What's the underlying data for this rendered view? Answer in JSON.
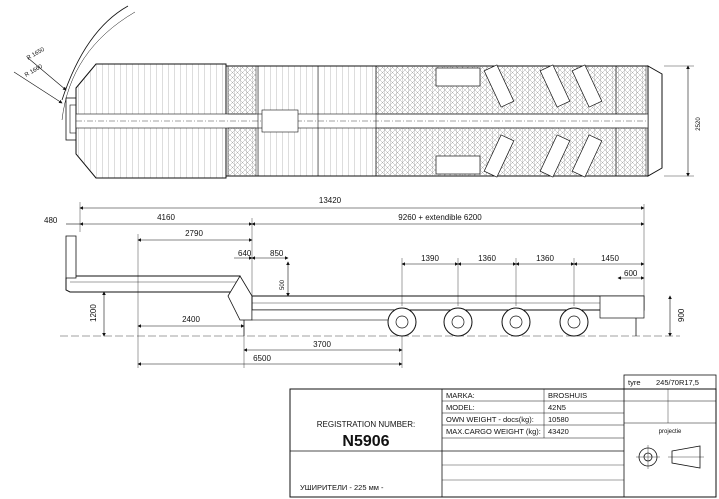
{
  "plan_view": {
    "radius_inner": "R 1650",
    "radius_outer": "R 1660",
    "width": "2520"
  },
  "side_view": {
    "total_length": "13420",
    "front_overhang": "480",
    "gooseneck_length": "4160",
    "deck_length": "9260  +  extendible  6200",
    "dim_2790": "2790",
    "dim_640": "640",
    "dim_850": "850",
    "dim_500": "500",
    "axle_spacing_1": "1390",
    "axle_spacing_2": "1360",
    "axle_spacing_3": "1360",
    "rear_overhang": "1450",
    "dim_600": "600",
    "gooseneck_height": "1200",
    "deck_height": "900",
    "dim_2400": "2400",
    "dim_3700": "3700",
    "dim_6500": "6500"
  },
  "title_block": {
    "tyre_label": "tyre",
    "tyre_value": "245/70R17,5",
    "registration_label": "REGISTRATION NUMBER:",
    "registration_number": "N5906",
    "rows": [
      {
        "label": "MARKA:",
        "value": "BROSHUIS"
      },
      {
        "label": "MODEL:",
        "value": "42N5"
      },
      {
        "label": "OWN WEIGHT - docs(kg):",
        "value": "10580"
      },
      {
        "label": "MAX.CARGO WEIGHT (kg):",
        "value": "43420"
      }
    ],
    "projection_label": "projectie",
    "extensions_note": "УШИРИТЕЛИ - 225 мм -"
  }
}
